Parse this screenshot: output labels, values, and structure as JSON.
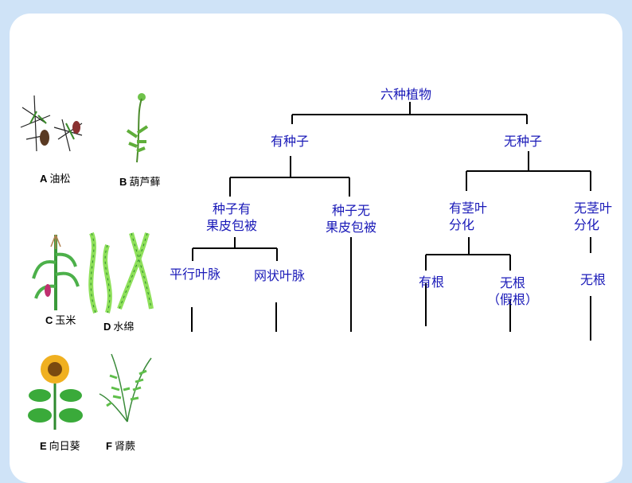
{
  "tree": {
    "root": "六种植物",
    "seed": "有种子",
    "no_seed": "无种子",
    "angio_l1": "种子有",
    "angio_l2": "果皮包被",
    "gymno_l1": "种子无",
    "gymno_l2": "果皮包被",
    "parallel": "平行叶脉",
    "netted": "网状叶脉",
    "stemleaf_l1": "有茎叶",
    "stemleaf_l2": "分化",
    "nostemleaf_l1": "无茎叶",
    "nostemleaf_l2": "分化",
    "has_root": "有根",
    "no_root": "无根",
    "false_root": "（假根）",
    "no_root2": "无根"
  },
  "plants": [
    {
      "letter": "A",
      "name": "油松"
    },
    {
      "letter": "B",
      "name": "葫芦藓"
    },
    {
      "letter": "C",
      "name": "玉米"
    },
    {
      "letter": "D",
      "name": "水绵"
    },
    {
      "letter": "E",
      "name": "向日葵"
    },
    {
      "letter": "F",
      "name": "肾蕨"
    }
  ],
  "colors": {
    "text": "#1a1ab8",
    "background": "#cfe3f7"
  }
}
